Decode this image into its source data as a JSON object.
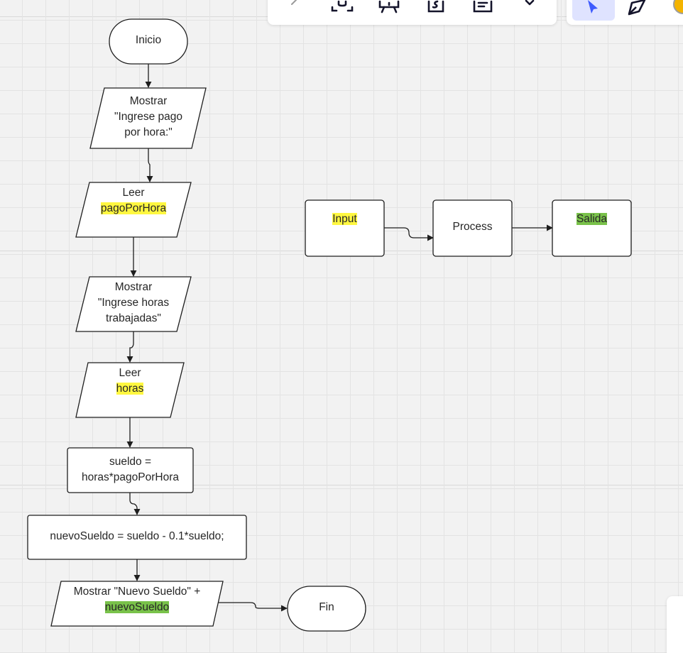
{
  "flowchart": {
    "start": "Inicio",
    "show_prompt_pay": [
      "Mostrar",
      "\"Ingrese pago",
      "por hora:\""
    ],
    "read_pay": {
      "keyword": "Leer",
      "variable": "pagoPorHora"
    },
    "show_prompt_hours": [
      "Mostrar",
      "\"Ingrese horas",
      "trabajadas\""
    ],
    "read_hours": {
      "keyword": "Leer",
      "variable": "horas"
    },
    "calc_salary": [
      "sueldo =",
      "horas*pagoPorHora"
    ],
    "calc_new_salary": "nuevoSueldo = sueldo - 0.1*sueldo;",
    "show_result": {
      "text": "Mostrar \"Nuevo Sueldo\" +",
      "variable": "nuevoSueldo"
    },
    "end": "Fin"
  },
  "ipo": {
    "input": "Input",
    "process": "Process",
    "output": "Salida"
  },
  "colors": {
    "highlight_yellow": "#fff740",
    "highlight_green": "#79c24a",
    "shape_stroke": "#1e1e1e",
    "shape_fill": "#ffffff",
    "selected_tool_background": "#dfe3ff",
    "selected_tool_icon": "#3d5afe"
  },
  "toolbar": {
    "icons": [
      "pen-icon",
      "frame-capture-icon",
      "presentation-icon",
      "document-dollar-icon",
      "notes-icon",
      "chevron-down-icon"
    ],
    "side_icons": [
      "select-cursor-icon",
      "pen-tool-icon",
      "avatar"
    ]
  }
}
